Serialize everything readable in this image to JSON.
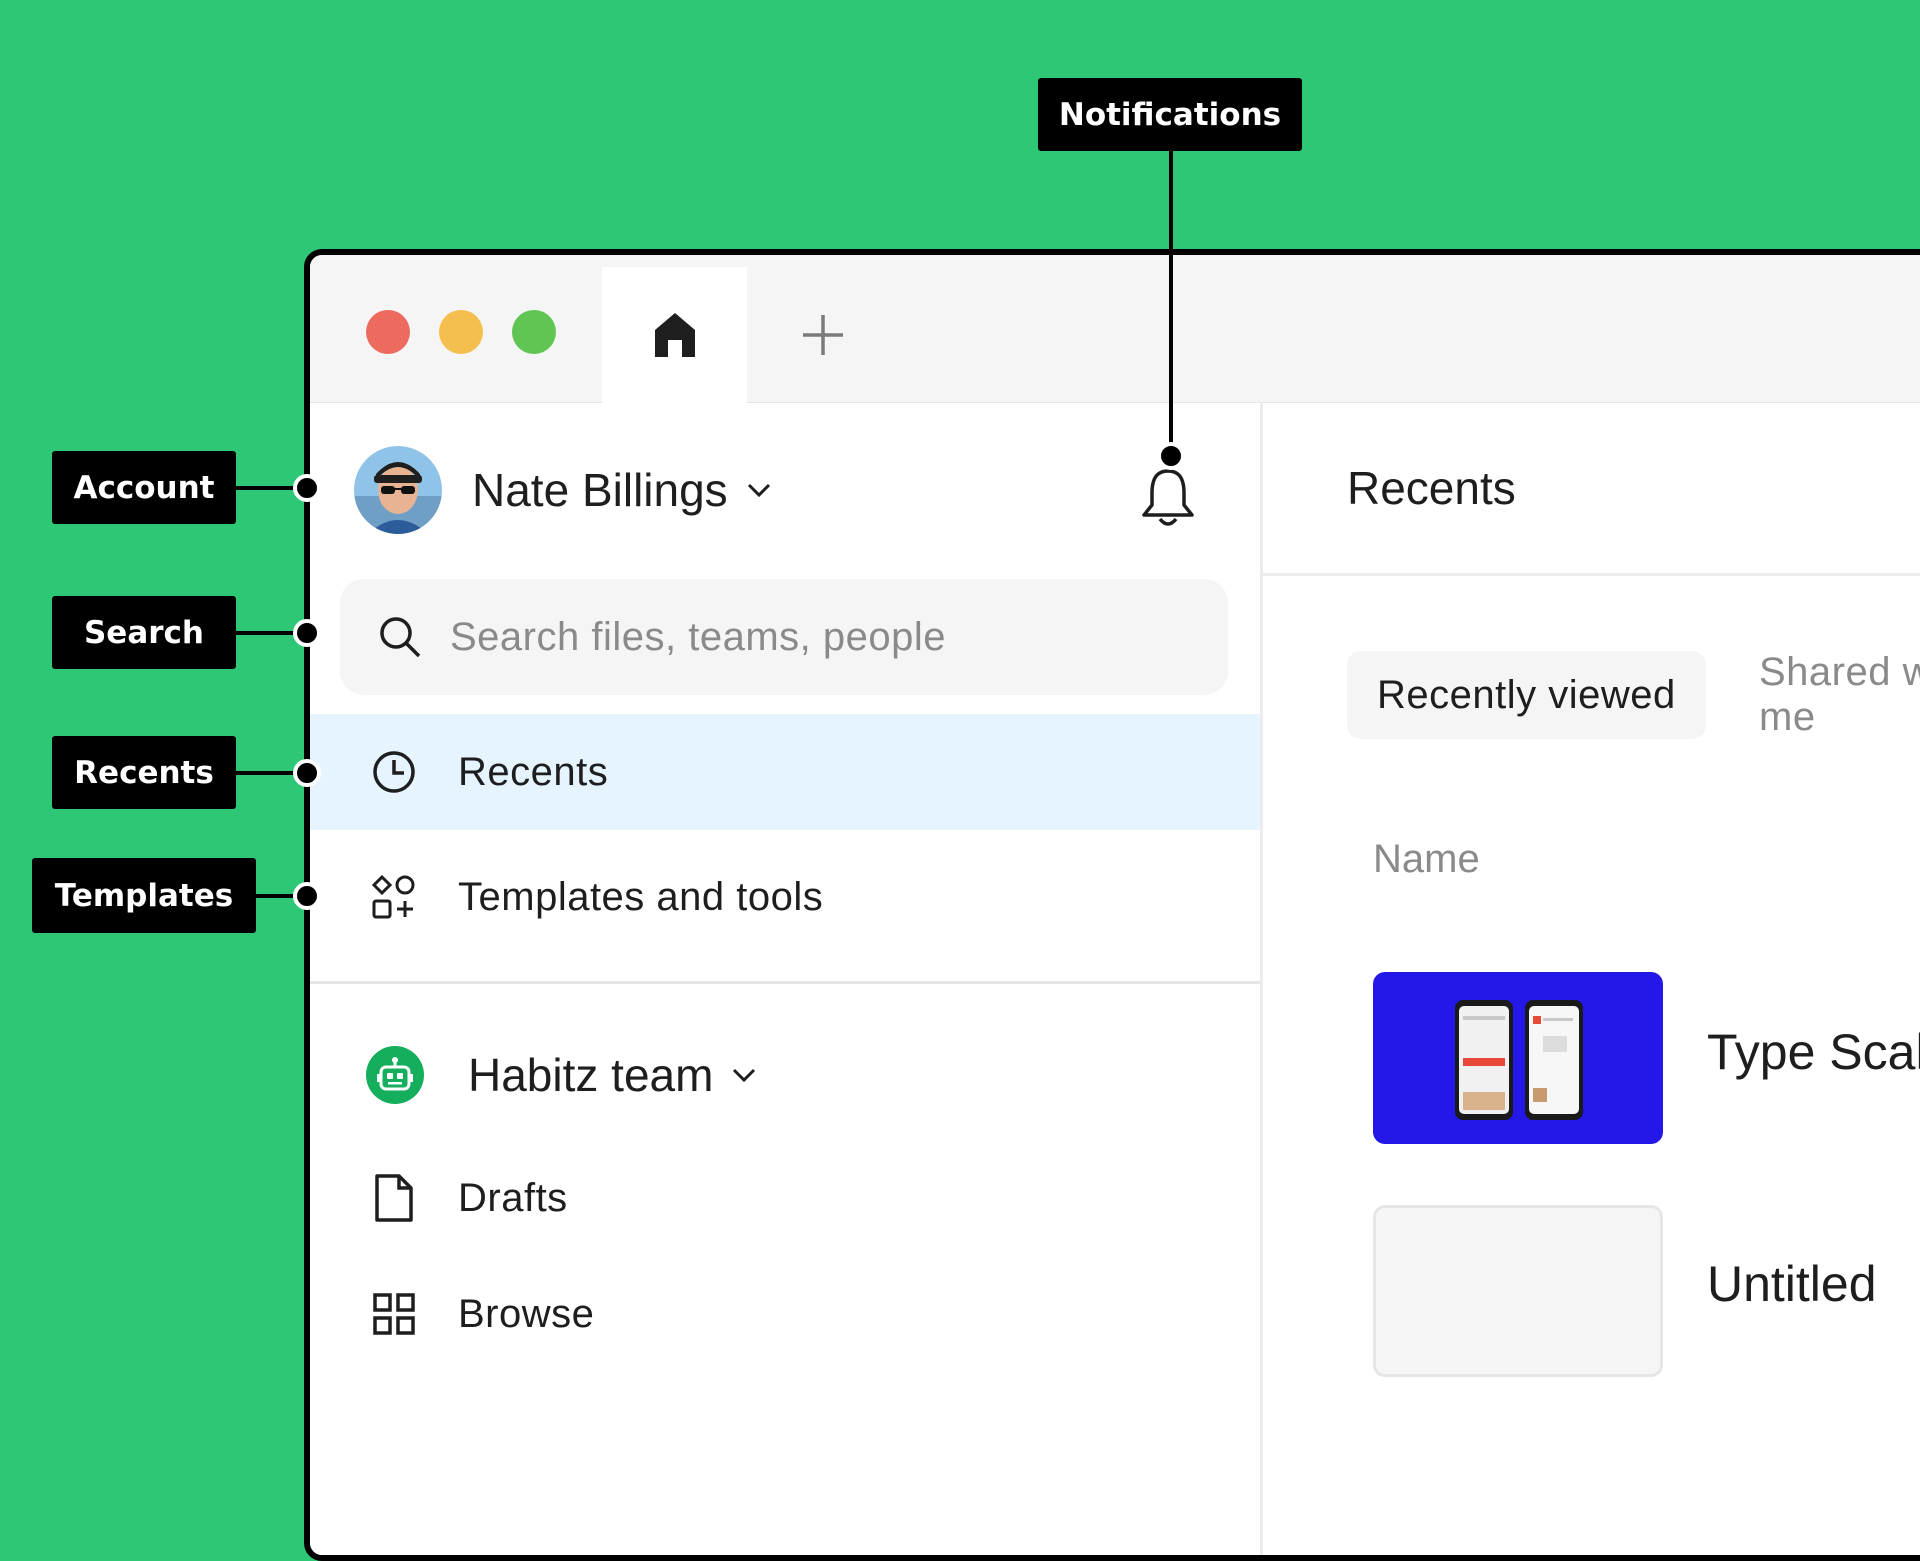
{
  "callouts": {
    "notifications": "Notifications",
    "account": "Account",
    "search": "Search",
    "recents": "Recents",
    "templates": "Templates"
  },
  "colors": {
    "background": "#2ec776",
    "active_nav": "#e5f4ff",
    "team_badge": "#14ae5c",
    "thumbnail_blue": "#2418e8"
  },
  "titlebar": {
    "home_tab_icon": "home-icon",
    "new_tab_icon": "plus-icon"
  },
  "account": {
    "name": "Nate Billings",
    "notifications_icon": "bell-icon"
  },
  "search": {
    "placeholder": "Search files, teams, people"
  },
  "nav": {
    "recents": "Recents",
    "templates": "Templates and tools"
  },
  "team": {
    "name": "Habitz team",
    "drafts": "Drafts",
    "browse": "Browse"
  },
  "main": {
    "title": "Recents",
    "tabs": [
      "Recently viewed",
      "Shared with me"
    ],
    "column_name": "Name",
    "files": [
      "Type Scale",
      "Untitled"
    ]
  }
}
